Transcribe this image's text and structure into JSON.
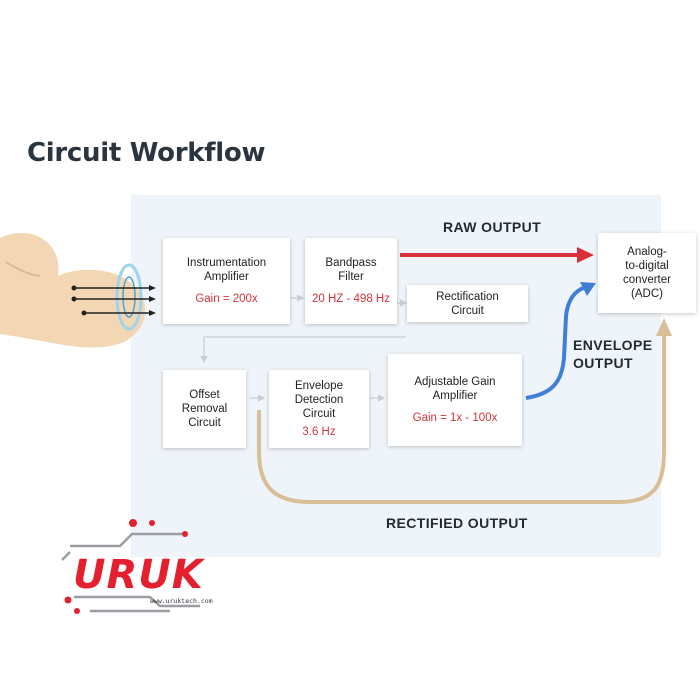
{
  "title": "Circuit Workflow",
  "boxes": {
    "instrumentation": {
      "name": "Instrumentation\nAmplifier",
      "value": "Gain = 200x"
    },
    "bandpass": {
      "name": "Bandpass\nFilter",
      "value": "20 HZ - 498 Hz"
    },
    "rectification": {
      "name": "Rectification\nCircuit"
    },
    "adc": {
      "name": "Analog-\nto-digital\nconverter\n(ADC)"
    },
    "offset": {
      "name": "Offset\nRemoval\nCircuit"
    },
    "envelope_detection": {
      "name": "Envelope\nDetection\nCircuit",
      "value": "3.6 Hz"
    },
    "adjustable_gain": {
      "name": "Adjustable Gain\nAmplifier",
      "value": "Gain = 1x - 100x"
    }
  },
  "outputs": {
    "raw": "RAW OUTPUT",
    "envelope": "ENVELOPE\nOUTPUT",
    "rectified": "RECTIFIED OUTPUT"
  },
  "logo": {
    "text": "URUK",
    "url": "www.uruktech.com"
  },
  "colors": {
    "title": "#2b3540",
    "raw_arrow": "#d8303a",
    "envelope_arrow": "#3f7fd6",
    "rectified_arrow": "#d9bf98",
    "value_text": "#d2343a",
    "logo_red": "#e5202e"
  }
}
